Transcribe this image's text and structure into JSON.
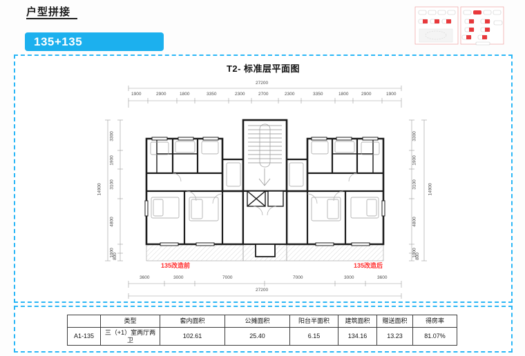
{
  "header": {
    "title": "户型拼接",
    "badge_label": "135+135"
  },
  "plan": {
    "title": "T2- 标准层平面图",
    "total_width": "27200",
    "total_height": "14900",
    "dims_top": [
      "1900",
      "2900",
      "1800",
      "3350",
      "2300",
      "2700",
      "2300",
      "3350",
      "1800",
      "2900",
      "1900"
    ],
    "dims_bottom": [
      "3600",
      "3000",
      "7000",
      "7000",
      "3000",
      "3600"
    ],
    "dims_left": [
      "3300",
      "1900",
      "3100",
      "4800",
      "1000",
      "800"
    ],
    "dims_right": [
      "3300",
      "1900",
      "3100",
      "4800",
      "1000",
      "800"
    ],
    "note_left": "135改造前",
    "note_right": "135改造后"
  },
  "table": {
    "headers": [
      "",
      "类型",
      "套内面积",
      "公摊面积",
      "阳台半面积",
      "建筑面积",
      "赠送面积",
      "得房率"
    ],
    "rows": [
      {
        "id": "A1-135",
        "type": "三（+1）室两厅两卫",
        "net_area": "102.61",
        "public_area": "25.40",
        "balcony_half_area": "6.15",
        "building_area": "134.16",
        "gift_area": "13.23",
        "rate": "81.07%"
      }
    ]
  },
  "colors": {
    "accent": "#1cb0ee",
    "dashed_border": "#29b6f6",
    "note_red": "#ff2d2d",
    "thumb_red": "#e8393c",
    "thumb_outline": "#f0a0a0"
  }
}
